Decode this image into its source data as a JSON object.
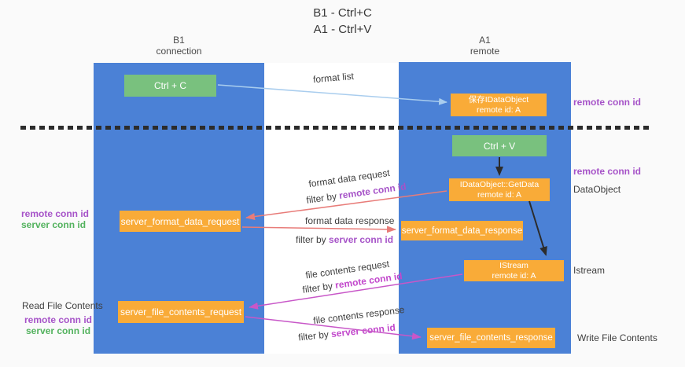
{
  "title": {
    "line1": "B1 - Ctrl+C",
    "line2": "A1 - Ctrl+V"
  },
  "lanes": {
    "left": {
      "title": "B1",
      "subtitle": "connection"
    },
    "right": {
      "title": "A1",
      "subtitle": "remote"
    }
  },
  "boxes": {
    "ctrl_c": {
      "label": "Ctrl + C"
    },
    "ctrl_v": {
      "label": "Ctrl + V"
    },
    "store_idataobject": {
      "line1": "保存IDataObject",
      "line2": "remote id: A"
    },
    "idataobject_getdata": {
      "line1": "IDataObject::GetData",
      "line2": "remote id: A"
    },
    "istream": {
      "line1": "IStream",
      "line2": "remote id: A"
    },
    "server_format_data_request": {
      "label": "server_format_data_request"
    },
    "server_format_data_response": {
      "label": "server_format_data_response"
    },
    "server_file_contents_request": {
      "label": "server_file_contents_request"
    },
    "server_file_contents_response": {
      "label": "server_file_contents_response"
    }
  },
  "annotations": {
    "right": {
      "remote_conn_id_top": "remote conn id",
      "remote_conn_id_mid": "remote conn id",
      "dataobject": "DataObject",
      "istream": "Istream",
      "write_file_contents": "Write File Contents"
    },
    "left": {
      "format_remote_conn_id": "remote conn id",
      "format_server_conn_id": "server conn id",
      "read_file_contents": "Read File Contents",
      "file_remote_conn_id": "remote conn id",
      "file_server_conn_id": "server conn id"
    }
  },
  "arrows": {
    "format_list": {
      "label": "format list"
    },
    "format_data_request": {
      "label": "format data request",
      "filter_prefix": "filter by ",
      "filter_key": "remote conn id"
    },
    "format_data_response": {
      "label": "format data response",
      "filter_prefix": "filter by ",
      "filter_key": "server conn id"
    },
    "file_contents_request": {
      "label": "file contents request",
      "filter_prefix": "filter by ",
      "filter_key": "remote conn id"
    },
    "file_contents_response": {
      "label": "file contents response",
      "filter_prefix": "filter by ",
      "filter_key": "server conn id"
    }
  },
  "colors": {
    "lane_blue": "#4b81d6",
    "box_green": "#79c17e",
    "box_orange": "#f9ab38",
    "arrow_lightblue": "#a9cdee",
    "arrow_red": "#e87c79",
    "arrow_magenta": "#c857c8",
    "arrow_black": "#2c2c2c",
    "text_purple": "#a653c8",
    "text_green": "#53b25e",
    "background": "#fafafa"
  }
}
